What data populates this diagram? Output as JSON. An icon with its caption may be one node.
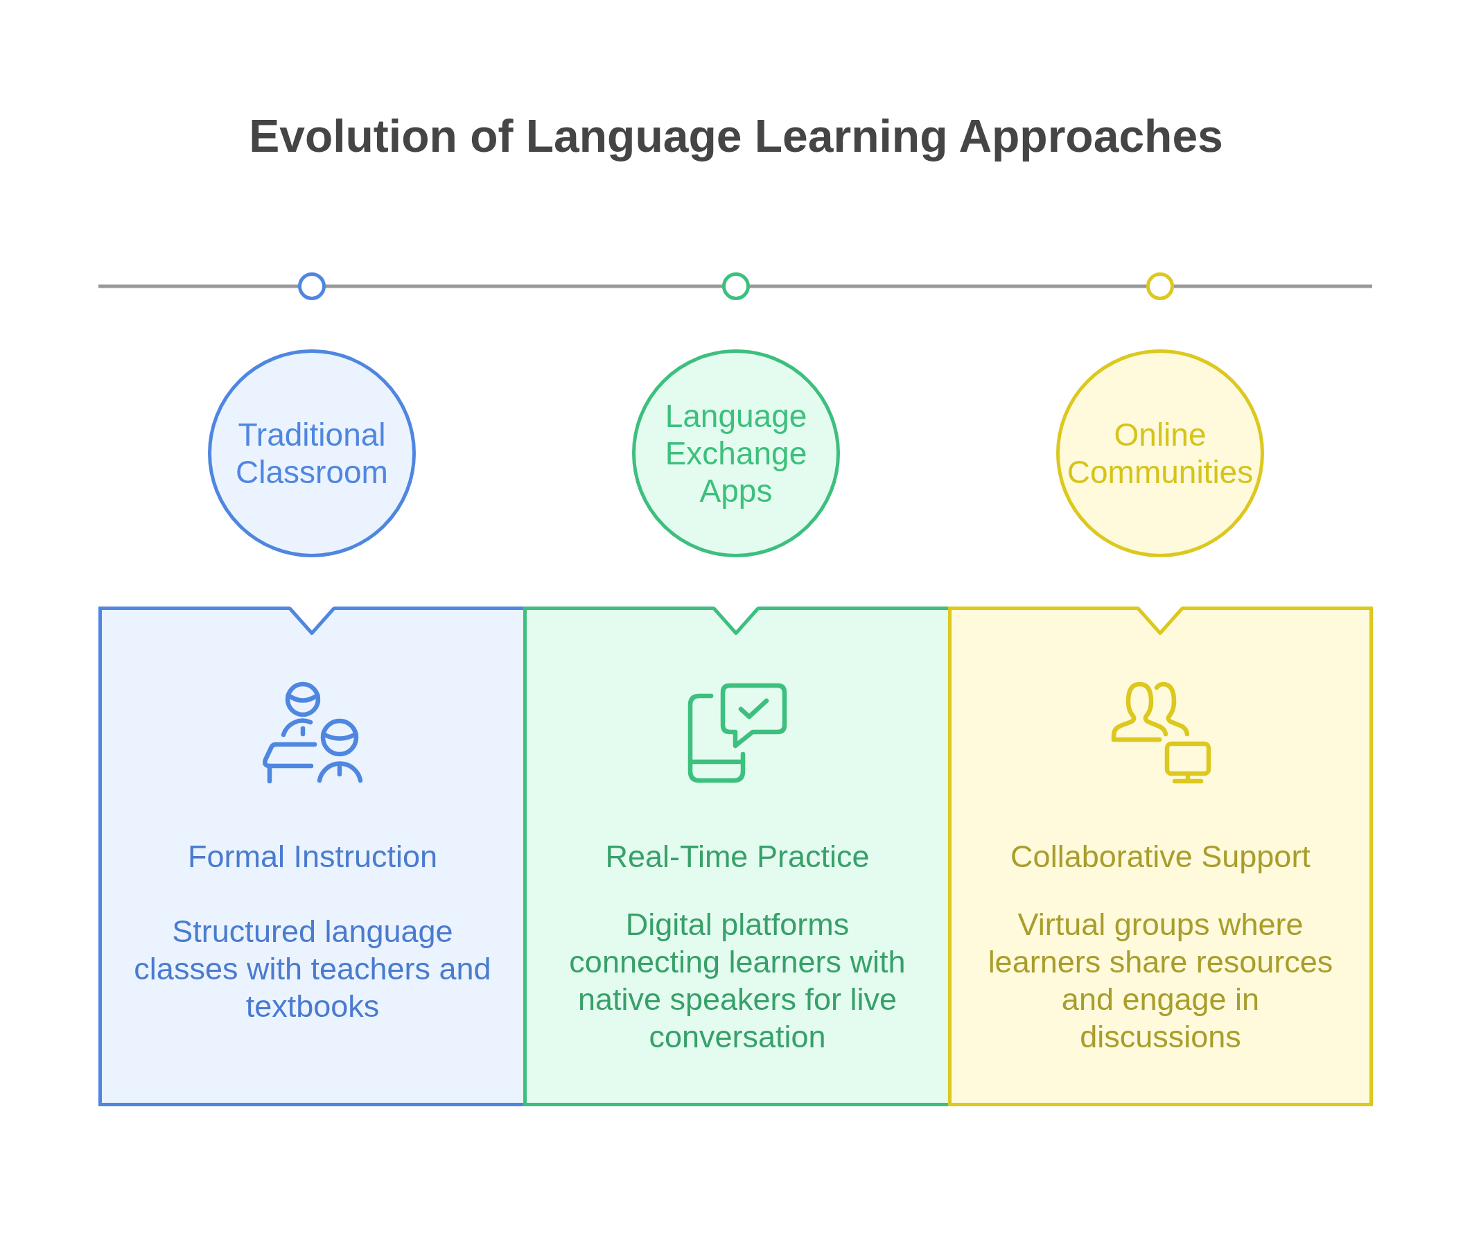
{
  "diagram": {
    "title": "Evolution of Language Learning Approaches",
    "nodes": [
      {
        "text": [
          "Traditional Classroom"
        ]
      },
      {
        "text": [
          "Language Exchange Apps"
        ]
      },
      {
        "text": [
          "Online Communities"
        ]
      },
      {
        "text": [
          "Formal Instruction",
          "Structured language classes with teachers and textbooks"
        ]
      },
      {
        "text": [
          "Real-Time Practice",
          "Digital platforms connecting learners with native speakers for live conversation"
        ]
      },
      {
        "text": [
          "Collaborative Support",
          "Virtual groups where learners share resources and engage in discussions"
        ]
      }
    ]
  }
}
